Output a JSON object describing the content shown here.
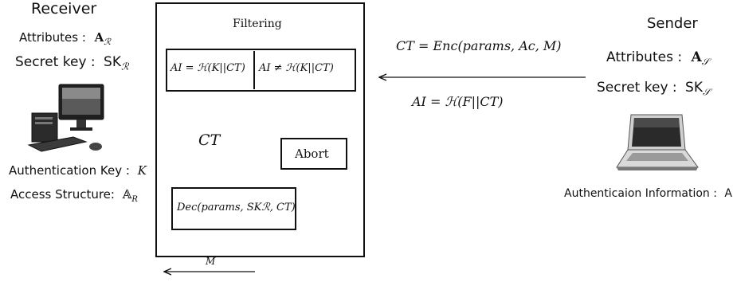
{
  "receiver": {
    "title": "Receiver",
    "attributes_label": "Attributes :",
    "attributes_value": "A",
    "attributes_sub": "ℛ",
    "secret_key_label": "Secret key :",
    "secret_key_value": "SK",
    "secret_key_sub": "ℛ",
    "auth_key_label": "Authentication Key :",
    "auth_key_value": "K",
    "access_structure_label": "Access Structure:",
    "access_structure_value": "𝔸",
    "access_structure_sub": "R"
  },
  "filter": {
    "title": "Filtering",
    "condition_equal": "AI = ℋ(K||CT)",
    "condition_not_equal": "AI ≠ ℋ(K||CT)",
    "abort_label": "Abort",
    "ct_label": "CT",
    "dec_label": "Dec(params, SKℛ, CT)",
    "output_label": "M"
  },
  "sender": {
    "title": "Sender",
    "attributes_label": "Attributes :",
    "attributes_value": "A",
    "attributes_sub": "𝒮",
    "secret_key_label": "Secret key :",
    "secret_key_value": "SK",
    "secret_key_sub": "𝒮",
    "auth_info_label": "Authenticaion Information :",
    "auth_info_value": "AI"
  },
  "channel": {
    "ciphertext": "CT = Enc(params, Ac, M)",
    "auth_info": "AI = ℋ(F||CT)"
  }
}
